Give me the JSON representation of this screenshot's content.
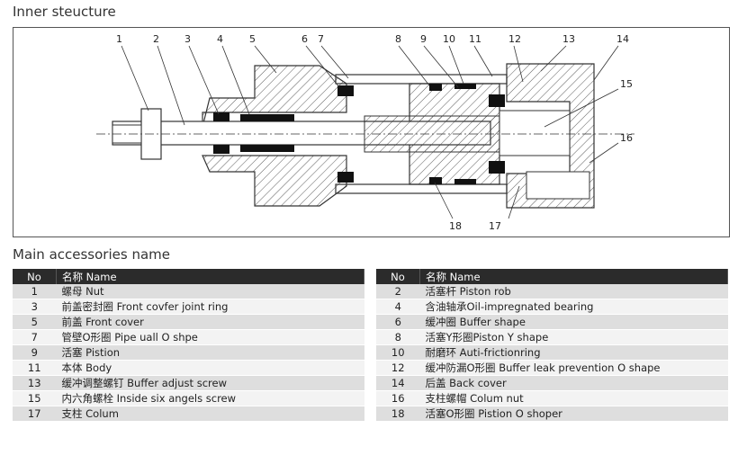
{
  "inner_title": "Inner steucture",
  "accessories_title": "Main accessories name",
  "headers": {
    "no": "No",
    "name": "名称 Name"
  },
  "callouts": [
    "1",
    "2",
    "3",
    "4",
    "5",
    "6",
    "7",
    "8",
    "9",
    "10",
    "11",
    "12",
    "13",
    "14",
    "15",
    "16",
    "17",
    "18"
  ],
  "left_rows": [
    {
      "no": "1",
      "name": "螺母 Nut"
    },
    {
      "no": "3",
      "name": "前盖密封圈 Front covfer joint ring"
    },
    {
      "no": "5",
      "name": "前盖 Front cover"
    },
    {
      "no": "7",
      "name": "管壁O形圈 Pipe uall O shpe"
    },
    {
      "no": "9",
      "name": "活塞 Pistion"
    },
    {
      "no": "11",
      "name": "本体 Body"
    },
    {
      "no": "13",
      "name": "缓冲调整螺钉 Buffer adjust screw"
    },
    {
      "no": "15",
      "name": "内六角螺栓 Inside six angels screw"
    },
    {
      "no": "17",
      "name": "支柱 Colum"
    }
  ],
  "right_rows": [
    {
      "no": "2",
      "name": "活塞杆 Piston rob"
    },
    {
      "no": "4",
      "name": "含油轴承Oil-impregnated bearing"
    },
    {
      "no": "6",
      "name": "缓冲圈 Buffer shape"
    },
    {
      "no": "8",
      "name": "活塞Y形圈Piston Y shape"
    },
    {
      "no": "10",
      "name": "耐磨环 Auti-frictionring"
    },
    {
      "no": "12",
      "name": "缓冲防漏O形圈 Buffer leak prevention O shape"
    },
    {
      "no": "14",
      "name": "后盖 Back cover"
    },
    {
      "no": "16",
      "name": "支柱螺帽 Colum nut"
    },
    {
      "no": "18",
      "name": "活塞O形圈 Pistion O shoper"
    }
  ]
}
